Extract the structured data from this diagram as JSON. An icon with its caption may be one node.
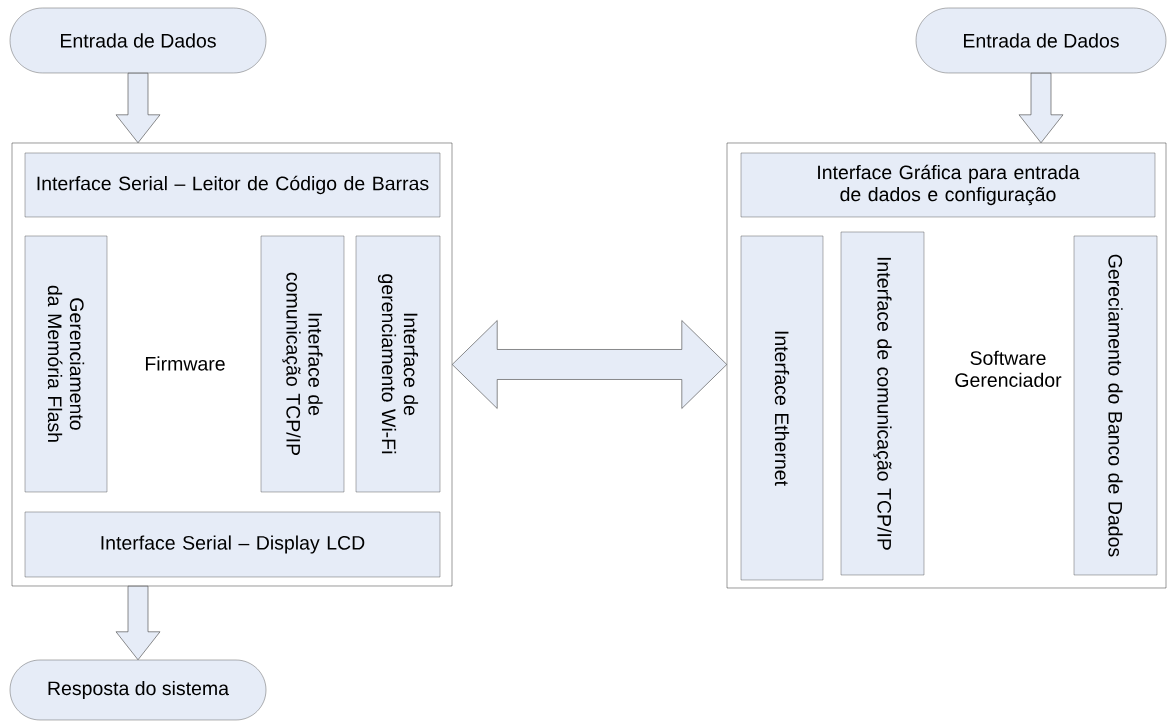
{
  "diagram": {
    "nodes": [
      {
        "text": [
          "Entrada de Dados"
        ]
      },
      {
        "text": [
          "Firmware"
        ]
      },
      {
        "text": [
          "Interface Serial – Leitor de Código de Barras"
        ],
        "in": 1
      },
      {
        "text": [
          "Gerenciamento da Memória Flash"
        ],
        "in": 1
      },
      {
        "text": [
          "Interface de comunicação TCP/IP"
        ],
        "in": 1
      },
      {
        "text": [
          "Interface de gerenciamento Wi-Fi"
        ],
        "in": 1
      },
      {
        "text": [
          "Interface Serial – Display LCD"
        ],
        "in": 1
      },
      {
        "text": [
          "Resposta do sistema"
        ]
      },
      {
        "text": [
          "Entrada de Dados"
        ]
      },
      {
        "text": [
          "Software Gerenciador"
        ]
      },
      {
        "text": [
          "Interface Gráfica para entrada de dados e configuração"
        ],
        "in": 9
      },
      {
        "text": [
          "Interface Ethernet"
        ],
        "in": 9
      },
      {
        "text": [
          "Interface de comunicação TCP/IP"
        ],
        "in": 9
      },
      {
        "text": [
          "Gereciamento do Banco de Dados"
        ],
        "in": 9
      }
    ],
    "edges": [
      {
        "from": 0,
        "to": 1,
        "arrow": "to"
      },
      {
        "from": 8,
        "to": 9,
        "arrow": "to"
      },
      {
        "from": 1,
        "to": 9,
        "arrow": "both"
      },
      {
        "from": 1,
        "to": 7,
        "arrow": "to"
      }
    ]
  }
}
